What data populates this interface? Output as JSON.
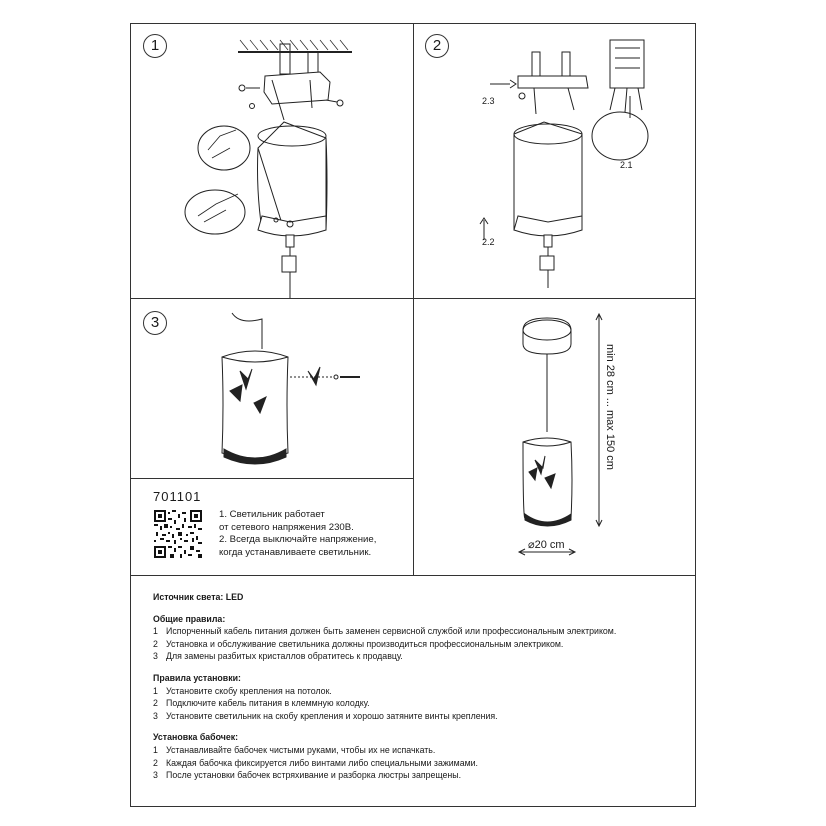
{
  "steps": {
    "s1": "1",
    "s2": "2",
    "s3": "3"
  },
  "labels": {
    "l23": "2.3",
    "l22": "2.2",
    "l21": "2.1"
  },
  "model": "701101",
  "notes": [
    "1. Светильник работает",
    "от сетевого напряжения 230В.",
    "2. Всегда выключайте напряжение,",
    "когда устанавливаете светильник."
  ],
  "dimensions": {
    "diameter": "⌀20 cm",
    "height": "min 28 cm ... max 150 cm"
  },
  "instructions": {
    "light_source_label": "Источник света:",
    "light_source_value": " LED",
    "general_title": "Общие правила:",
    "general": [
      {
        "n": "1",
        "t": "Испорченный кабель питания должен быть заменен сервисной службой или профессиональным электриком."
      },
      {
        "n": "2",
        "t": "Установка и обслуживание светильника должны производиться профессиональным электриком."
      },
      {
        "n": "3",
        "t": "Для замены разбитых кристаллов обратитесь к продавцу."
      }
    ],
    "install_title": "Правила установки:",
    "install": [
      {
        "n": "1",
        "t": "Установите скобу крепления на потолок."
      },
      {
        "n": "2",
        "t": "Подключите кабель питания в клеммную колодку."
      },
      {
        "n": "3",
        "t": "Установите светильник на скобу крепления и хорошо затяните винты крепления."
      }
    ],
    "butterfly_title": "Установка бабочек:",
    "butterfly": [
      {
        "n": "1",
        "t": "Устанавливайте бабочек чистыми руками, чтобы их не испачкать."
      },
      {
        "n": "2",
        "t": "Каждая бабочка фиксируется либо винтами либо специальными зажимами."
      },
      {
        "n": "3",
        "t": "После установки бабочек встряхивание и разборка люстры запрещены."
      }
    ]
  }
}
